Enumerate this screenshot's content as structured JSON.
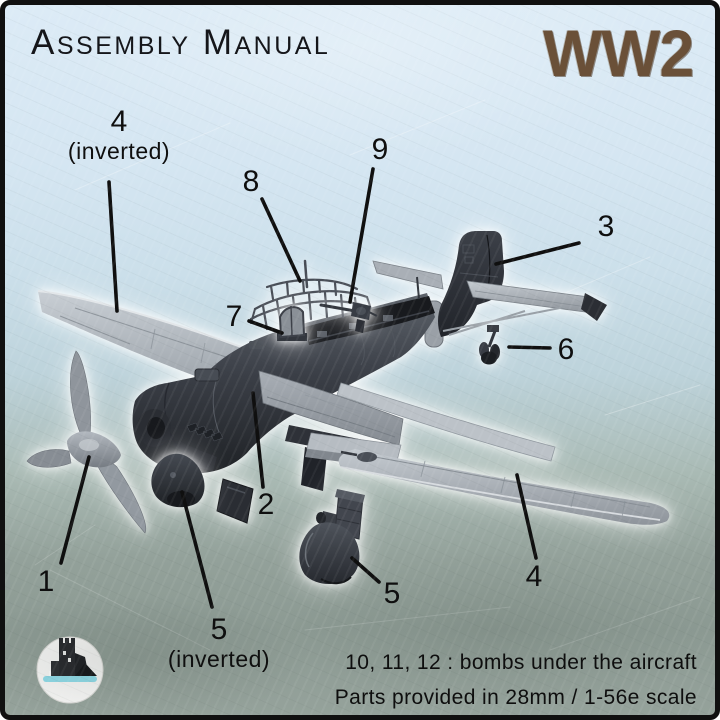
{
  "header": {
    "title": "Assembly Manual",
    "era_badge": "WW2"
  },
  "callouts": [
    {
      "label": "1"
    },
    {
      "label": "2"
    },
    {
      "label": "3"
    },
    {
      "label": "4",
      "note": ""
    },
    {
      "label": "4",
      "note": "(inverted)"
    },
    {
      "label": "5",
      "note": ""
    },
    {
      "label": "5",
      "note": "(inverted)"
    },
    {
      "label": "6"
    },
    {
      "label": "7"
    },
    {
      "label": "8"
    },
    {
      "label": "9"
    }
  ],
  "footer": {
    "bombs_note": "10, 11, 12 : bombs under the aircraft",
    "scale_note": "Parts provided in 28mm / 1-56e scale"
  },
  "icons": {
    "publisher_logo": "castle-stamp"
  },
  "colors": {
    "background_top": "#dcebf6",
    "background_bottom": "#8c9a93",
    "badge_brown": "#6a5038",
    "ink": "#0f0f0f",
    "part_dark": "#383c44",
    "part_light": "#b3b9c0",
    "logo_water": "#8ed9e6"
  }
}
